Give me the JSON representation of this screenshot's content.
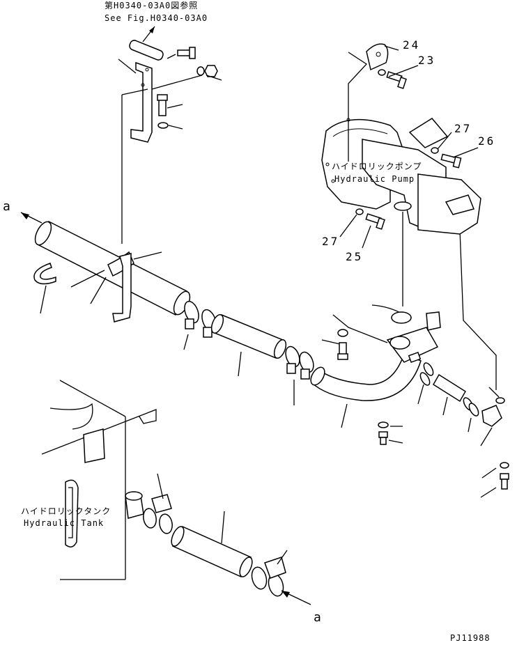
{
  "header_ref": {
    "jp": "第H0340-03A0図参照",
    "en": "See Fig.H0340-03A0"
  },
  "pump": {
    "jp": "ハイドロリックポンプ",
    "en": "Hydraulic Pump"
  },
  "tank": {
    "jp": "ハイドロリックタンク",
    "en": "Hydraulic Tank"
  },
  "connection_markers": {
    "left": "a",
    "bottom": "a"
  },
  "callouts": {
    "c24": "24",
    "c23": "23",
    "c27_top": "27",
    "c26": "26",
    "c27_bottom": "27",
    "c25": "25"
  },
  "figure_code": "PJ11988"
}
